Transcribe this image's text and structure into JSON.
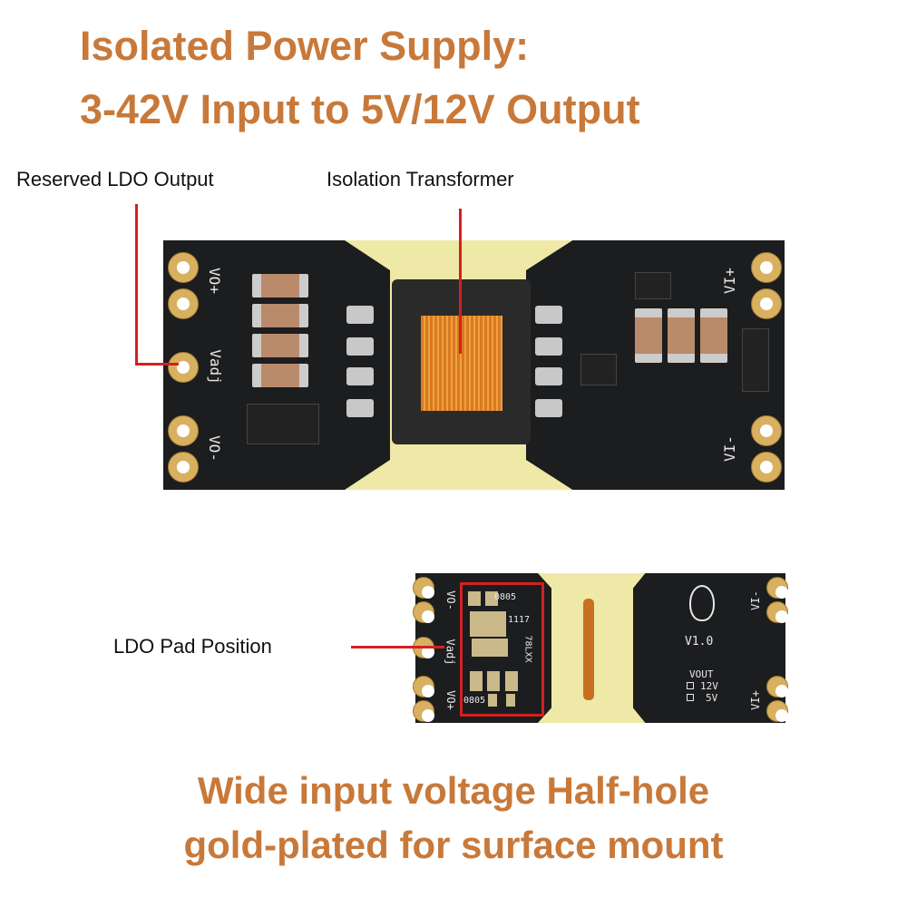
{
  "title": {
    "line1": "Isolated Power Supply:",
    "line2": "3-42V Input to 5V/12V Output"
  },
  "callouts": {
    "ldo_output": "Reserved LDO Output",
    "transformer": "Isolation Transformer",
    "ldo_pad": "LDO Pad Position"
  },
  "pcb_top": {
    "vo_plus": "VO+",
    "vadj": "Vadj",
    "vo_minus": "VO-",
    "vi_plus": "VI+",
    "vi_minus": "VI-"
  },
  "pcb_bottom": {
    "vo_minus": "VO-",
    "vadj": "Vadj",
    "vo_plus": "VO+",
    "pad_0805_a": "0805",
    "pad_1117": "1117",
    "pad_78lxx": "78LXX",
    "pad_0805_b": "0805",
    "version": "V1.0",
    "vout": "VOUT",
    "opt_12v": "12V",
    "opt_5v": "5V",
    "vi_minus": "VI-",
    "vi_plus": "VI+"
  },
  "footer": {
    "line1": "Wide input voltage Half-hole",
    "line2": "gold-plated for surface mount"
  },
  "colors": {
    "accent": "#c8793a",
    "callout_line": "#d42020"
  }
}
